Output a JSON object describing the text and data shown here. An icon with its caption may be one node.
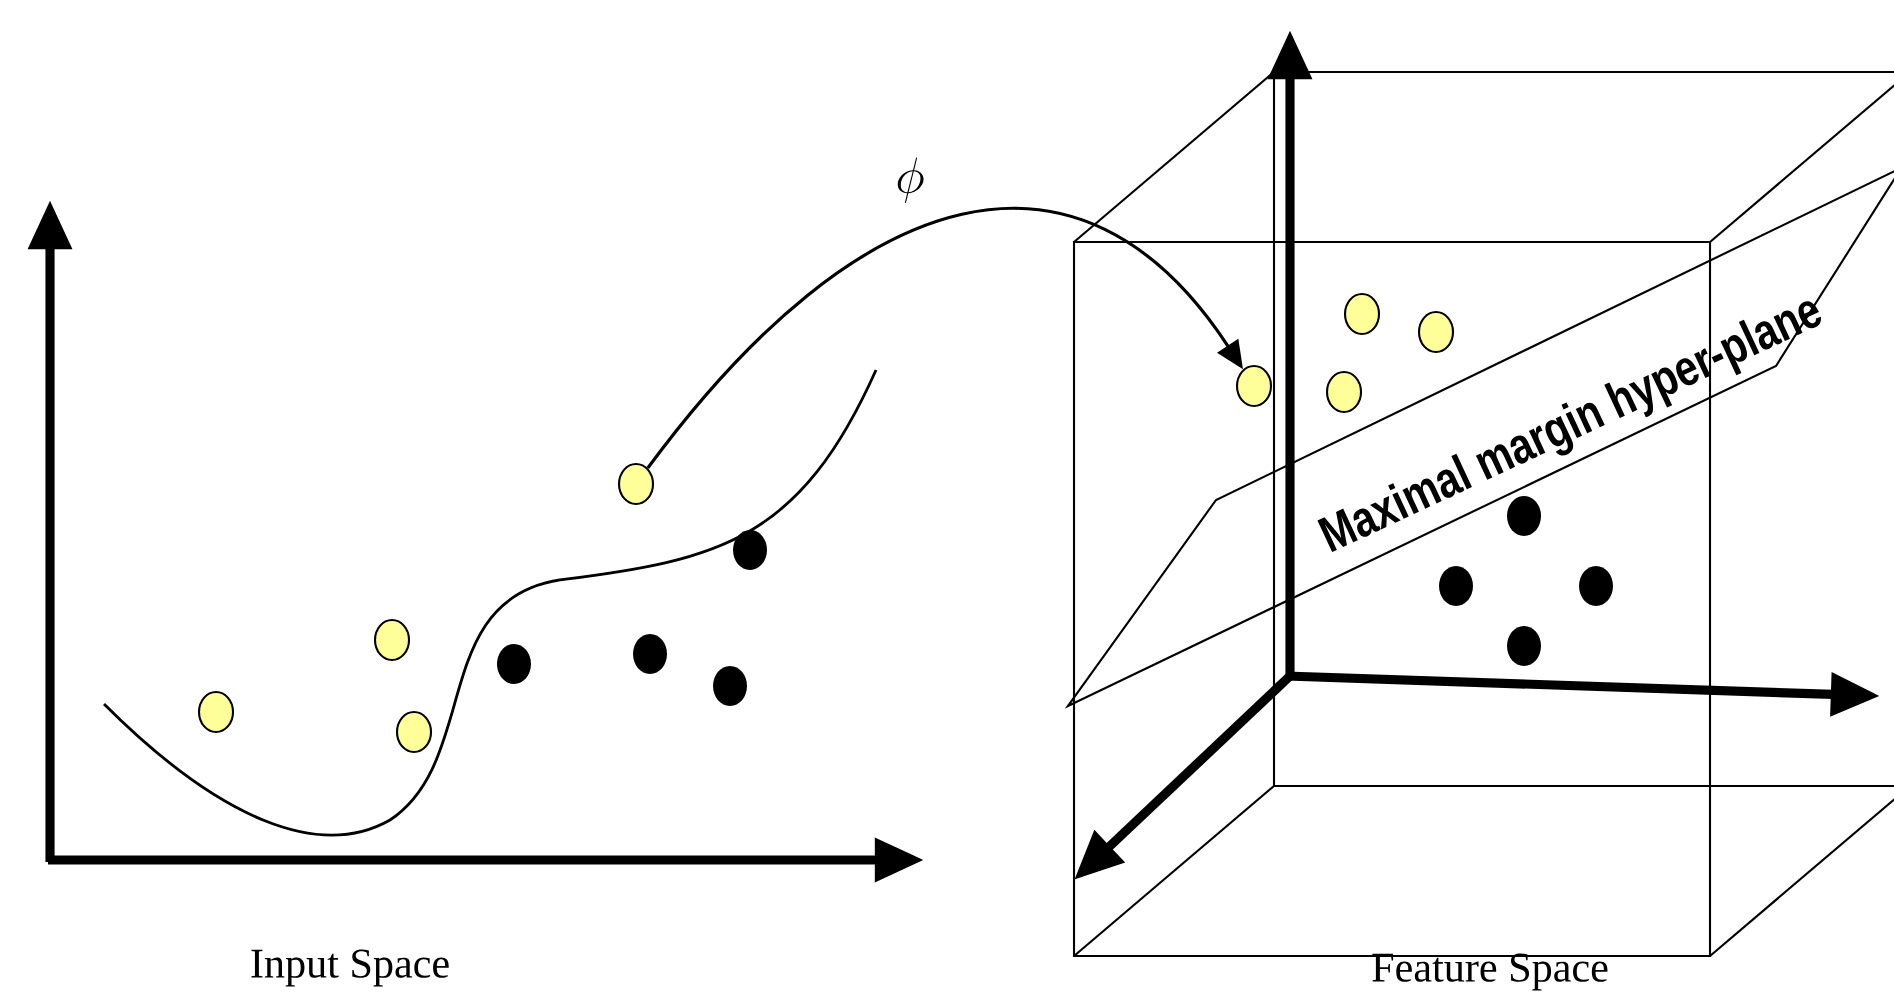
{
  "diagram": {
    "nodes": [
      {
        "text": [],
        "shape": "circle"
      },
      {
        "text": [],
        "shape": "circle"
      },
      {
        "text": [],
        "shape": "circle"
      },
      {
        "text": [],
        "shape": "circle"
      },
      {
        "text": [],
        "shape": "circle"
      },
      {
        "text": [],
        "shape": "circle"
      },
      {
        "text": [],
        "shape": "circle"
      },
      {
        "text": [],
        "shape": "circle"
      }
    ],
    "edges": [
      {
        "from": 3,
        "to": 4,
        "arrow": "to",
        "label": "\\phi"
      }
    ],
    "labels": [
      "Maximal margin hyper-plane",
      "Input Space",
      "Feature Space"
    ]
  }
}
